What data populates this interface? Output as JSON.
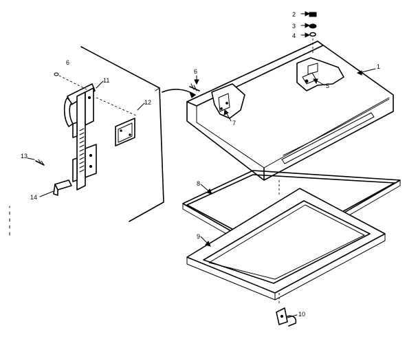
{
  "diagram": {
    "callouts": [
      {
        "id": "c1",
        "label": "1"
      },
      {
        "id": "c2",
        "label": "2"
      },
      {
        "id": "c3",
        "label": "3"
      },
      {
        "id": "c4",
        "label": "4"
      },
      {
        "id": "c5",
        "label": "5"
      },
      {
        "id": "c6a",
        "label": "6"
      },
      {
        "id": "c6b",
        "label": "6"
      },
      {
        "id": "c7",
        "label": "7"
      },
      {
        "id": "c8",
        "label": "8"
      },
      {
        "id": "c9",
        "label": "9"
      },
      {
        "id": "c10",
        "label": "10"
      },
      {
        "id": "c11",
        "label": "11"
      },
      {
        "id": "c12",
        "label": "12"
      },
      {
        "id": "c13",
        "label": "13"
      },
      {
        "id": "c14",
        "label": "14"
      }
    ]
  }
}
